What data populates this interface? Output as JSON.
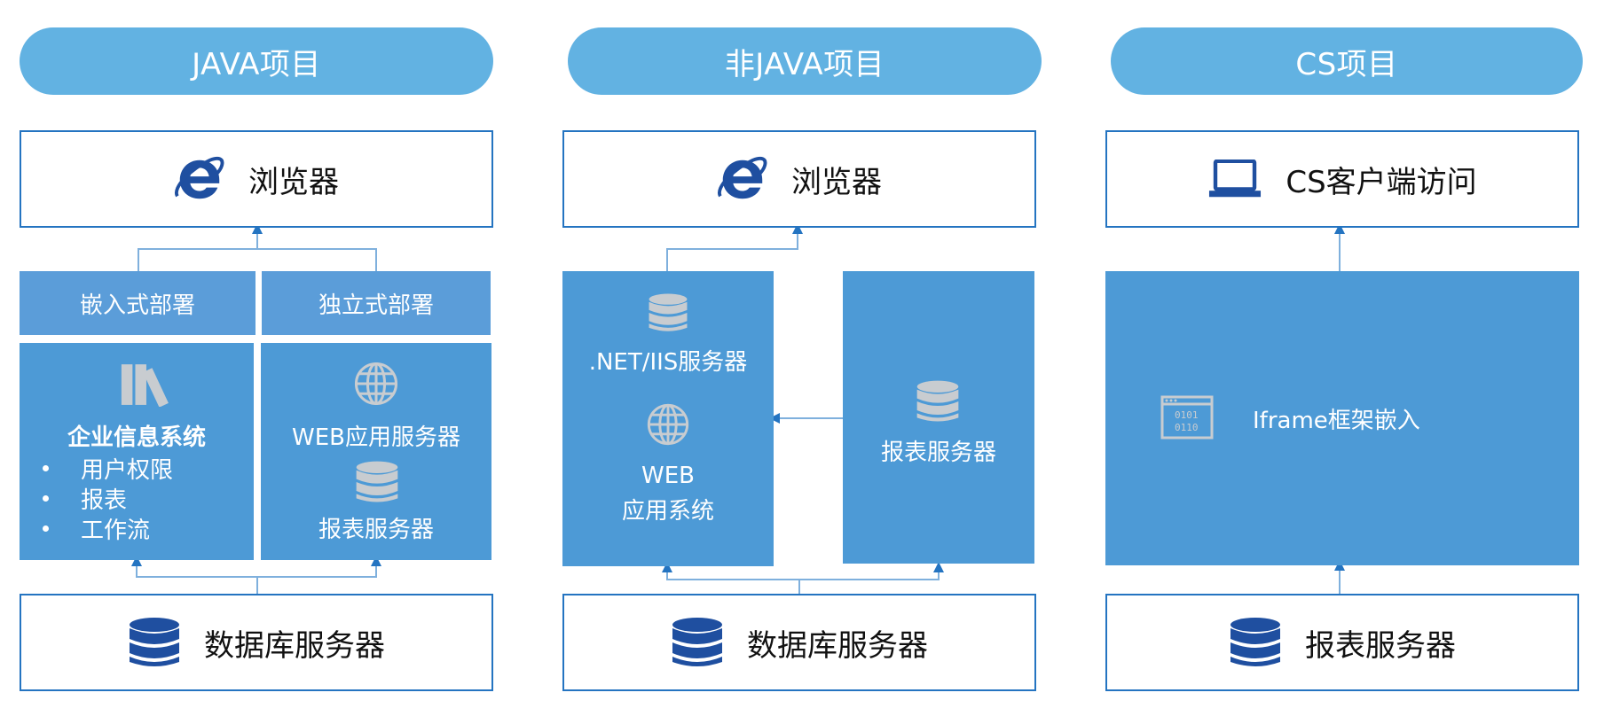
{
  "columns": [
    {
      "header": "JAVA项目",
      "top_box": {
        "label": "浏览器",
        "icon": "ie-browser-icon"
      },
      "deploy_labels": [
        "嵌入式部署",
        "独立式部署"
      ],
      "left_panel": {
        "title": "企业信息系统",
        "icon": "books-icon",
        "items": [
          "用户权限",
          "报表",
          "工作流"
        ]
      },
      "right_panel": {
        "label1": "WEB应用服务器",
        "label2": "报表服务器",
        "icons": [
          "globe-icon",
          "database-icon"
        ]
      },
      "bottom_box": {
        "label": "数据库服务器",
        "icon": "database-icon"
      }
    },
    {
      "header": "非JAVA项目",
      "top_box": {
        "label": "浏览器",
        "icon": "ie-browser-icon"
      },
      "left_panel": {
        "label1": ".NET/IIS服务器",
        "label2_line1": "WEB",
        "label2_line2": "应用系统",
        "icons": [
          "database-icon",
          "globe-icon"
        ]
      },
      "right_panel": {
        "label": "报表服务器",
        "icon": "database-icon"
      },
      "bottom_box": {
        "label": "数据库服务器",
        "icon": "database-icon"
      }
    },
    {
      "header": "CS项目",
      "top_box": {
        "label": "CS客户端访问",
        "icon": "laptop-icon"
      },
      "panel": {
        "label": "Iframe框架嵌入",
        "icon": "binary-window-icon"
      },
      "bottom_box": {
        "label": "报表服务器",
        "icon": "database-icon"
      }
    }
  ],
  "colors": {
    "header_pill": "#62b2e2",
    "box_border": "#2474c1",
    "panel": "#4d9ad6",
    "label_bar": "#5b9dd9",
    "icon_dark": "#1f4fa0"
  }
}
